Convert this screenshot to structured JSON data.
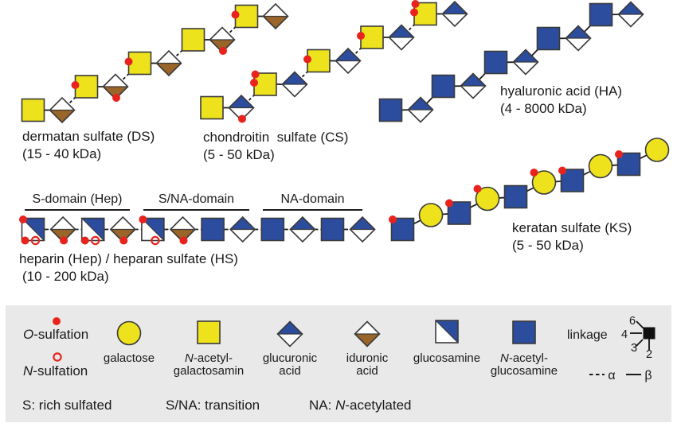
{
  "colors": {
    "yellow": "#EEE21D",
    "blue": "#2C4D9E",
    "brown": "#9A6528",
    "red": "#E8231D",
    "outline": "#3A3A3A",
    "line": "#1A1A1A",
    "legend_bg": "#E9E9E9",
    "text": "#1A1A1A"
  },
  "chains": {
    "ds": {
      "label": "dermatan sulfate (DS)",
      "mass": "(15 - 40 kDa)",
      "units": [
        {
          "shape": "GalNAc",
          "dots": []
        },
        {
          "shape": "IdoA",
          "dots": []
        },
        {
          "shape": "GalNAc",
          "dots": [
            "o-l"
          ]
        },
        {
          "shape": "IdoA",
          "dots": [
            "o-b"
          ]
        },
        {
          "shape": "GalNAc",
          "dots": [
            "o-l"
          ]
        },
        {
          "shape": "IdoA",
          "dots": []
        },
        {
          "shape": "GalNAc",
          "dots": []
        },
        {
          "shape": "IdoA",
          "dots": [
            "o-b"
          ]
        },
        {
          "shape": "GalNAc",
          "dots": [
            "o-l"
          ]
        },
        {
          "shape": "IdoA",
          "dots": []
        }
      ]
    },
    "cs": {
      "label": "chondroitin  sulfate (CS)",
      "mass": "(5 - 50 kDa)",
      "units": [
        {
          "shape": "GalNAc",
          "dots": []
        },
        {
          "shape": "GlcA",
          "dots": [
            "o-b"
          ]
        },
        {
          "shape": "GalNAc",
          "dots": [
            "o-tl",
            "o-l"
          ]
        },
        {
          "shape": "GlcA",
          "dots": []
        },
        {
          "shape": "GalNAc",
          "dots": [
            "o-l"
          ]
        },
        {
          "shape": "GlcA",
          "dots": []
        },
        {
          "shape": "GalNAc",
          "dots": [
            "o-l"
          ]
        },
        {
          "shape": "GlcA",
          "dots": []
        },
        {
          "shape": "GalNAc",
          "dots": [
            "o-tl",
            "o-l"
          ]
        },
        {
          "shape": "GlcA",
          "dots": []
        }
      ]
    },
    "ha": {
      "label": "hyaluronic acid (HA)",
      "mass": "(4 - 8000 kDa)",
      "units": [
        {
          "shape": "GlcNAc",
          "dots": []
        },
        {
          "shape": "GlcA",
          "dots": []
        },
        {
          "shape": "GlcNAc",
          "dots": []
        },
        {
          "shape": "GlcA",
          "dots": []
        },
        {
          "shape": "GlcNAc",
          "dots": []
        },
        {
          "shape": "GlcA",
          "dots": []
        },
        {
          "shape": "GlcNAc",
          "dots": []
        },
        {
          "shape": "GlcA",
          "dots": []
        },
        {
          "shape": "GlcNAc",
          "dots": []
        },
        {
          "shape": "GlcA",
          "dots": []
        }
      ]
    },
    "hep": {
      "label": "heparin (Hep) / heparan sulfate (HS)",
      "mass": "(10 - 200 kDa)",
      "domains": [
        {
          "label": "S-domain (Hep)"
        },
        {
          "label": "S/NA-domain"
        },
        {
          "label": "NA-domain"
        }
      ],
      "units": [
        {
          "shape": "GlcN",
          "dots": [
            "o-tl",
            "o-bl",
            "n-b"
          ]
        },
        {
          "shape": "IdoA",
          "dots": [
            "o-b"
          ]
        },
        {
          "shape": "GlcN",
          "dots": [
            "o-bl",
            "n-b"
          ]
        },
        {
          "shape": "IdoA",
          "dots": [
            "o-b"
          ]
        },
        {
          "shape": "GlcN",
          "dots": [
            "o-tl",
            "n-b"
          ]
        },
        {
          "shape": "IdoA",
          "dots": [
            "o-b"
          ]
        },
        {
          "shape": "GlcNAc",
          "dots": []
        },
        {
          "shape": "GlcA",
          "dots": []
        },
        {
          "shape": "GlcNAc",
          "dots": []
        },
        {
          "shape": "GlcA",
          "dots": []
        },
        {
          "shape": "GlcNAc",
          "dots": []
        },
        {
          "shape": "GlcA",
          "dots": []
        }
      ]
    },
    "ks": {
      "label": "keratan sulfate (KS)",
      "mass": "(5 - 50 kDa)",
      "units": [
        {
          "shape": "GlcNAc",
          "dots": [
            "o-tl"
          ]
        },
        {
          "shape": "Gal",
          "dots": []
        },
        {
          "shape": "GlcNAc",
          "dots": [
            "o-tl"
          ]
        },
        {
          "shape": "Gal",
          "dots": [
            "o-tl"
          ]
        },
        {
          "shape": "GlcNAc",
          "dots": []
        },
        {
          "shape": "Gal",
          "dots": [
            "o-tl"
          ]
        },
        {
          "shape": "GlcNAc",
          "dots": [
            "o-tl"
          ]
        },
        {
          "shape": "Gal",
          "dots": []
        },
        {
          "shape": "GlcNAc",
          "dots": [
            "o-tl"
          ]
        },
        {
          "shape": "Gal",
          "dots": []
        }
      ]
    }
  },
  "legend": {
    "o_sulfation": {
      "italic": "O",
      "rest": "-sulfation"
    },
    "n_sulfation": {
      "italic": "N",
      "rest": "-sulfation"
    },
    "galactose": {
      "shape": "Gal",
      "line1": "galactose"
    },
    "galnac": {
      "shape": "GalNAc",
      "italic": "N",
      "line1": "-acetyl-",
      "line2": "galactosamin"
    },
    "glca": {
      "shape": "GlcA",
      "line1": "glucuronic",
      "line2": "acid"
    },
    "idoa": {
      "shape": "IdoA",
      "line1": "iduronic",
      "line2": "acid"
    },
    "glcn": {
      "shape": "GlcN",
      "line1": "glucosamine"
    },
    "glcnac": {
      "shape": "GlcNAc",
      "italic": "N",
      "line1": "-acetyl-",
      "line2": "glucosamine"
    },
    "linkage": {
      "label": "linkage",
      "n6": "6",
      "n4": "4",
      "n3": "3",
      "n2": "2",
      "alpha": "α",
      "beta": "β"
    },
    "footnotes": {
      "s": "S: rich sulfated",
      "sna": "S/NA: transition",
      "na_prefix": "NA: ",
      "na_italic": "N",
      "na_rest": "-acetylated"
    }
  }
}
